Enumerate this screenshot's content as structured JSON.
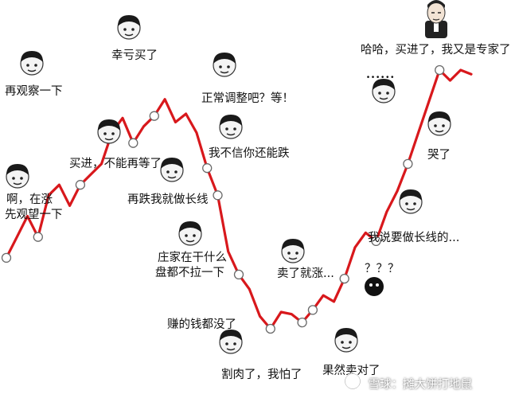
{
  "title": "",
  "colors": {
    "line": "#d8181c",
    "node_fill": "#ffffff",
    "node_stroke": "#6a6a6a",
    "text": "#111111"
  },
  "line_data": {
    "type": "line",
    "values": [
      3,
      4,
      5,
      4,
      6,
      6.5,
      5.5,
      6.5,
      7,
      7.5,
      9,
      9.7,
      8.5,
      9.3,
      9.8,
      10.6,
      9.5,
      9.9,
      9,
      7.3,
      6,
      3.3,
      2.2,
      1.5,
      0.2,
      -0.4,
      0.4,
      0.3,
      -0.1,
      0.5,
      1.2,
      0.9,
      2,
      3.5,
      4.2,
      3.8,
      5.2,
      6.2,
      7.5,
      9,
      10.5,
      12,
      11.5,
      12,
      11.8
    ],
    "nodes": [
      0,
      3,
      7,
      12,
      14,
      19,
      20,
      22,
      25,
      28,
      29,
      32,
      35,
      38,
      41
    ]
  },
  "labels": {
    "l1": "啊，在涨",
    "l2": "先观望一下",
    "l3": "再观察一下",
    "l4": "买进，不能再等了",
    "l5": "幸亏买了",
    "l6": "正常调整吧？等！",
    "l7": "我不信你还能跌",
    "l8": "再跌我就做长线",
    "l9": "庄家在干什么",
    "l10": "盘都不拉一下",
    "l11": "赚的钱都没了",
    "l12": "割肉了，我怕了",
    "l13": "卖了就涨...",
    "l14": "果然卖对了",
    "l15": "？？？",
    "l16": "我说要做长线的...",
    "l17": "哭了",
    "l18": "......",
    "l19": "哈哈，买进了，我又是专家了"
  },
  "faces": [
    "panda-crying-face",
    "panda-meme-face",
    "panda-arms-crossed-face",
    "panda-pointing-face",
    "panda-thinking-face",
    "panda-face",
    "panda-meme-face",
    "panda-face",
    "panda-squinting-face",
    "panda-laughing-face",
    "panda-face",
    "panda-smug-face",
    "panda-shadow-face",
    "panda-sitting-face",
    "panda-crying-face",
    "panda-rubbing-eyes-face",
    "boss-in-suit-icon"
  ],
  "watermark": {
    "text": "雪球：摊大饼打地鼠",
    "logo": "snowball-logo-icon"
  }
}
